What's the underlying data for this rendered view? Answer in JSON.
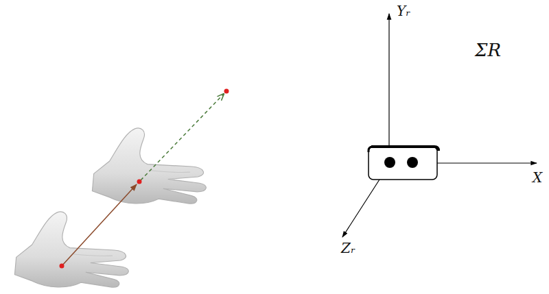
{
  "diagram": {
    "labels": [
      "Yᵣ",
      "ΣR",
      "X",
      "Zᵣ"
    ]
  }
}
